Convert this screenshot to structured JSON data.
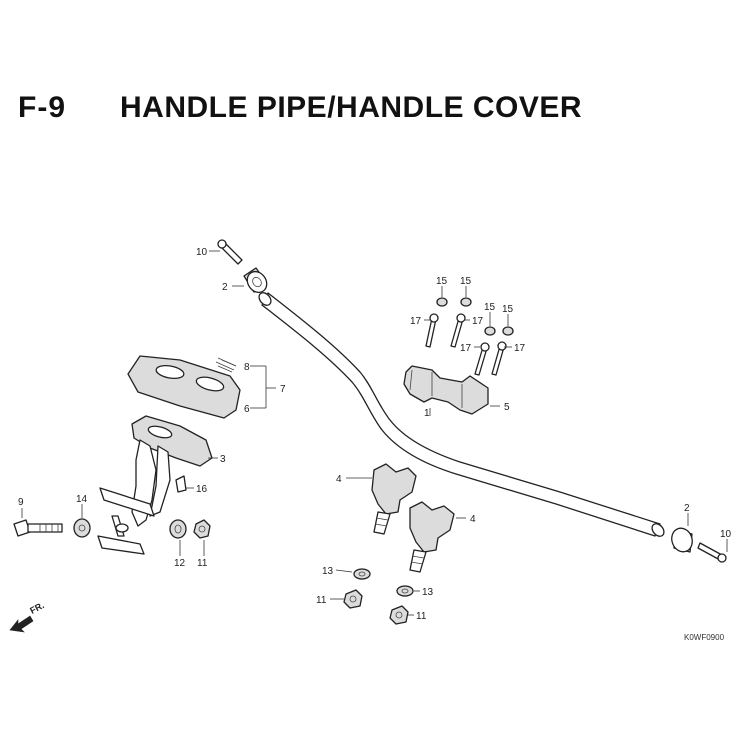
{
  "header": {
    "code": "F-9",
    "title": "HANDLE PIPE/HANDLE COVER"
  },
  "direction_label": "FR.",
  "ref_code": "K0WF0900",
  "callouts": {
    "c1": "1",
    "c2a": "2",
    "c2b": "2",
    "c3": "3",
    "c4a": "4",
    "c4b": "4",
    "c5": "5",
    "c6": "6",
    "c7": "7",
    "c8": "8",
    "c9": "9",
    "c10a": "10",
    "c10b": "10",
    "c11a": "11",
    "c11b": "11",
    "c11c": "11",
    "c12": "12",
    "c13a": "13",
    "c13b": "13",
    "c14": "14",
    "c15a": "15",
    "c15b": "15",
    "c15c": "15",
    "c15d": "15",
    "c16": "16",
    "c17a": "17",
    "c17b": "17",
    "c17c": "17",
    "c17d": "17"
  }
}
